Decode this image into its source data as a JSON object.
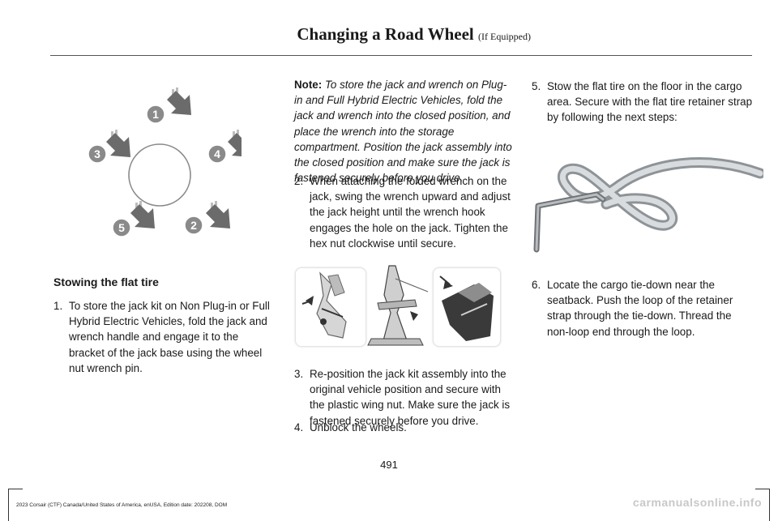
{
  "header": {
    "title": "Changing a Road Wheel",
    "subtitle": "(If Equipped)"
  },
  "figure_lug_order": {
    "labels": [
      "1",
      "2",
      "3",
      "4",
      "5"
    ],
    "arrow_color": "#6b6b6b",
    "badge_color": "#8a8a8a"
  },
  "section": {
    "heading": "Stowing the flat tire"
  },
  "steps": [
    {
      "num": "1.",
      "text": "To store the jack kit on Non Plug-in or Full Hybrid Electric Vehicles, fold the jack and wrench handle and engage it to the bracket of the jack base using the wheel nut wrench pin."
    },
    {
      "num": "2.",
      "text": "When attaching the folded wrench on the jack, swing the wrench upward and adjust the jack height until the wrench hook engages the hole on the jack. Tighten the hex nut clockwise until secure."
    },
    {
      "num": "3.",
      "text": "Re-position the jack kit assembly into the original vehicle position and secure with the plastic wing nut. Make sure the jack is fastened securely before you drive."
    },
    {
      "num": "4.",
      "text": "Unblock the wheels."
    },
    {
      "num": "5.",
      "text": "Stow the flat tire on the floor in the cargo area. Secure with the flat tire retainer strap by following the next steps:"
    },
    {
      "num": "6.",
      "text": "Locate the cargo tie-down near the seatback. Push the loop of the retainer strap through the tie-down. Thread the non-loop end through the loop."
    }
  ],
  "note": {
    "label": "Note:",
    "text": "To store the jack and wrench on Plug-in and Full Hybrid Electric Vehicles, fold the jack and wrench into the closed position, and place the wrench into the storage compartment. Position the jack assembly into the closed position and make sure the jack is fastened securely before you drive."
  },
  "page_number": "491",
  "footer": "2023 Corsair (CTF) Canada/United States of America, enUSA, Edition date: 202208, DOM",
  "watermark": "carmanualsonline.info"
}
